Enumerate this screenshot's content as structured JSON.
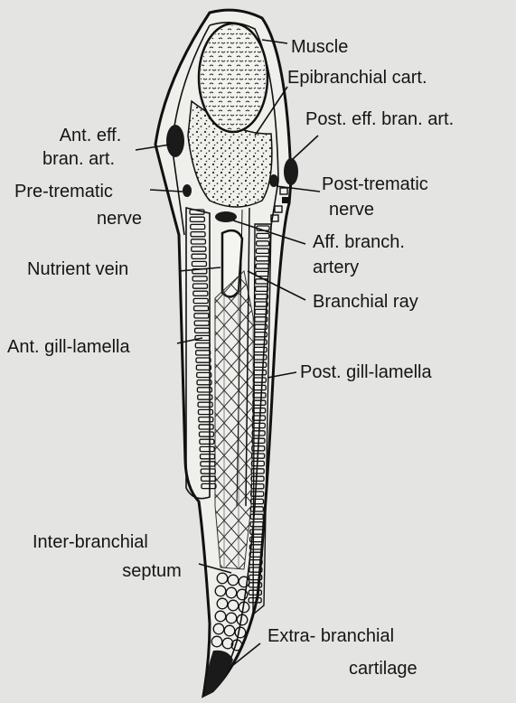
{
  "labels": {
    "muscle": "Muscle",
    "epibranchial_cart": "Epibranchial cart.",
    "post_eff_bran_art": "Post. eff. bran. art.",
    "ant_eff_1": "Ant. eff.",
    "ant_eff_2": "bran. art.",
    "post_trematic_1": "Post-trematic",
    "post_trematic_2": "nerve",
    "pre_trematic_1": "Pre-trematic",
    "pre_trematic_2": "nerve",
    "aff_branch_1": "Aff. branch.",
    "aff_branch_2": "artery",
    "nutrient_vein": "Nutrient vein",
    "branchial_ray": "Branchial ray",
    "ant_gill_lamella": "Ant. gill-lamella",
    "post_gill_lamella": "Post. gill-lamella",
    "inter_branchial_1": "Inter-branchial",
    "inter_branchial_2": "septum",
    "extra_branchial_1": "Extra- branchial",
    "extra_branchial_2": "cartilage"
  },
  "colors": {
    "background": "#e4e4e2",
    "ink": "#151515"
  }
}
